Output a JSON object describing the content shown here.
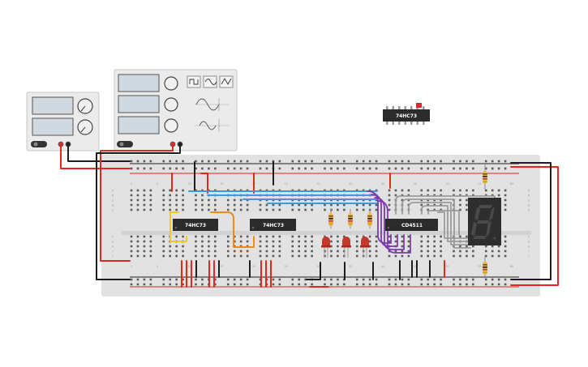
{
  "chips": [
    {
      "name": "ic-74hc73-1",
      "label": "74HC73"
    },
    {
      "name": "ic-74hc73-2",
      "label": "74HC73"
    },
    {
      "name": "ic-cd4511",
      "label": "CD4511"
    },
    {
      "name": "ic-74hc73-loose",
      "label": "74HC73"
    }
  ],
  "breadboard": {
    "column_numbers": [
      "1",
      "5",
      "10",
      "15",
      "20",
      "25",
      "30",
      "35",
      "40",
      "45",
      "50",
      "55",
      "60"
    ],
    "row_letters_top": [
      "A",
      "B",
      "C",
      "D",
      "E"
    ],
    "row_letters_bottom": [
      "F",
      "G",
      "H",
      "I",
      "J"
    ]
  },
  "power_supplies": [
    {
      "name": "power-supply-small",
      "channels": 2
    },
    {
      "name": "power-supply-large",
      "channels": 3
    }
  ],
  "function_generator": {
    "waveforms": [
      "square-wave",
      "sine-wave",
      "triangle-wave"
    ]
  },
  "seven_segment": {
    "digit": "8"
  },
  "leds": {
    "count": 3,
    "color": "#c0392b"
  },
  "colors": {
    "wire_red": "#e0281e",
    "wire_black": "#1e1e1e",
    "wire_blue": "#3b9ad8",
    "wire_purple": "#7b3bb0",
    "wire_yellow": "#f2c81a",
    "wire_orange": "#f08a1a",
    "wire_gray": "#9c9c9c",
    "board": "#e2e2e2",
    "chip": "#2b2b2b"
  }
}
